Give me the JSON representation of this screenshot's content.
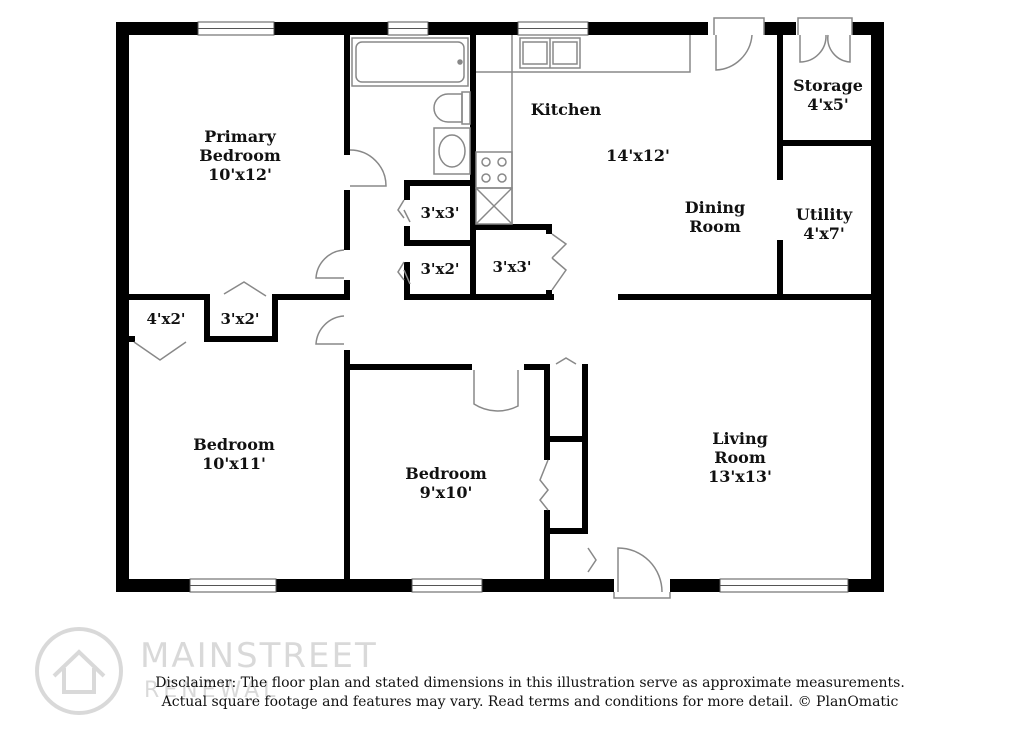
{
  "rooms": {
    "primary_bedroom": {
      "name_line1": "Primary",
      "name_line2": "Bedroom",
      "size": "10'x12'"
    },
    "kitchen": {
      "name": "Kitchen",
      "size": "14'x12'"
    },
    "dining": {
      "name_line1": "Dining",
      "name_line2": "Room"
    },
    "storage": {
      "name": "Storage",
      "size": "4'x5'"
    },
    "utility": {
      "name": "Utility",
      "size": "4'x7'"
    },
    "bedroom_left": {
      "name": "Bedroom",
      "size": "10'x11'"
    },
    "bedroom_center": {
      "name": "Bedroom",
      "size": "9'x10'"
    },
    "living": {
      "name_line1": "Living",
      "name_line2": "Room",
      "size": "13'x13'"
    },
    "closets": {
      "hall_upper": "3'x3'",
      "hall_lower": "3'x2'",
      "pantry": "3'x3'",
      "bedroom_a": "4'x2'",
      "bedroom_b": "3'x2'"
    }
  },
  "disclaimer": {
    "line1": "Disclaimer: The floor plan and stated dimensions in this illustration serve as approximate measurements.",
    "line2": "Actual square footage and features may vary. Read terms and conditions for more detail. © PlanOmatic"
  },
  "watermark": {
    "line1": "MAINSTREET",
    "line2": "RENEWAL"
  },
  "colors": {
    "wall": "#000000",
    "fixture": "#888888",
    "background": "#ffffff"
  }
}
